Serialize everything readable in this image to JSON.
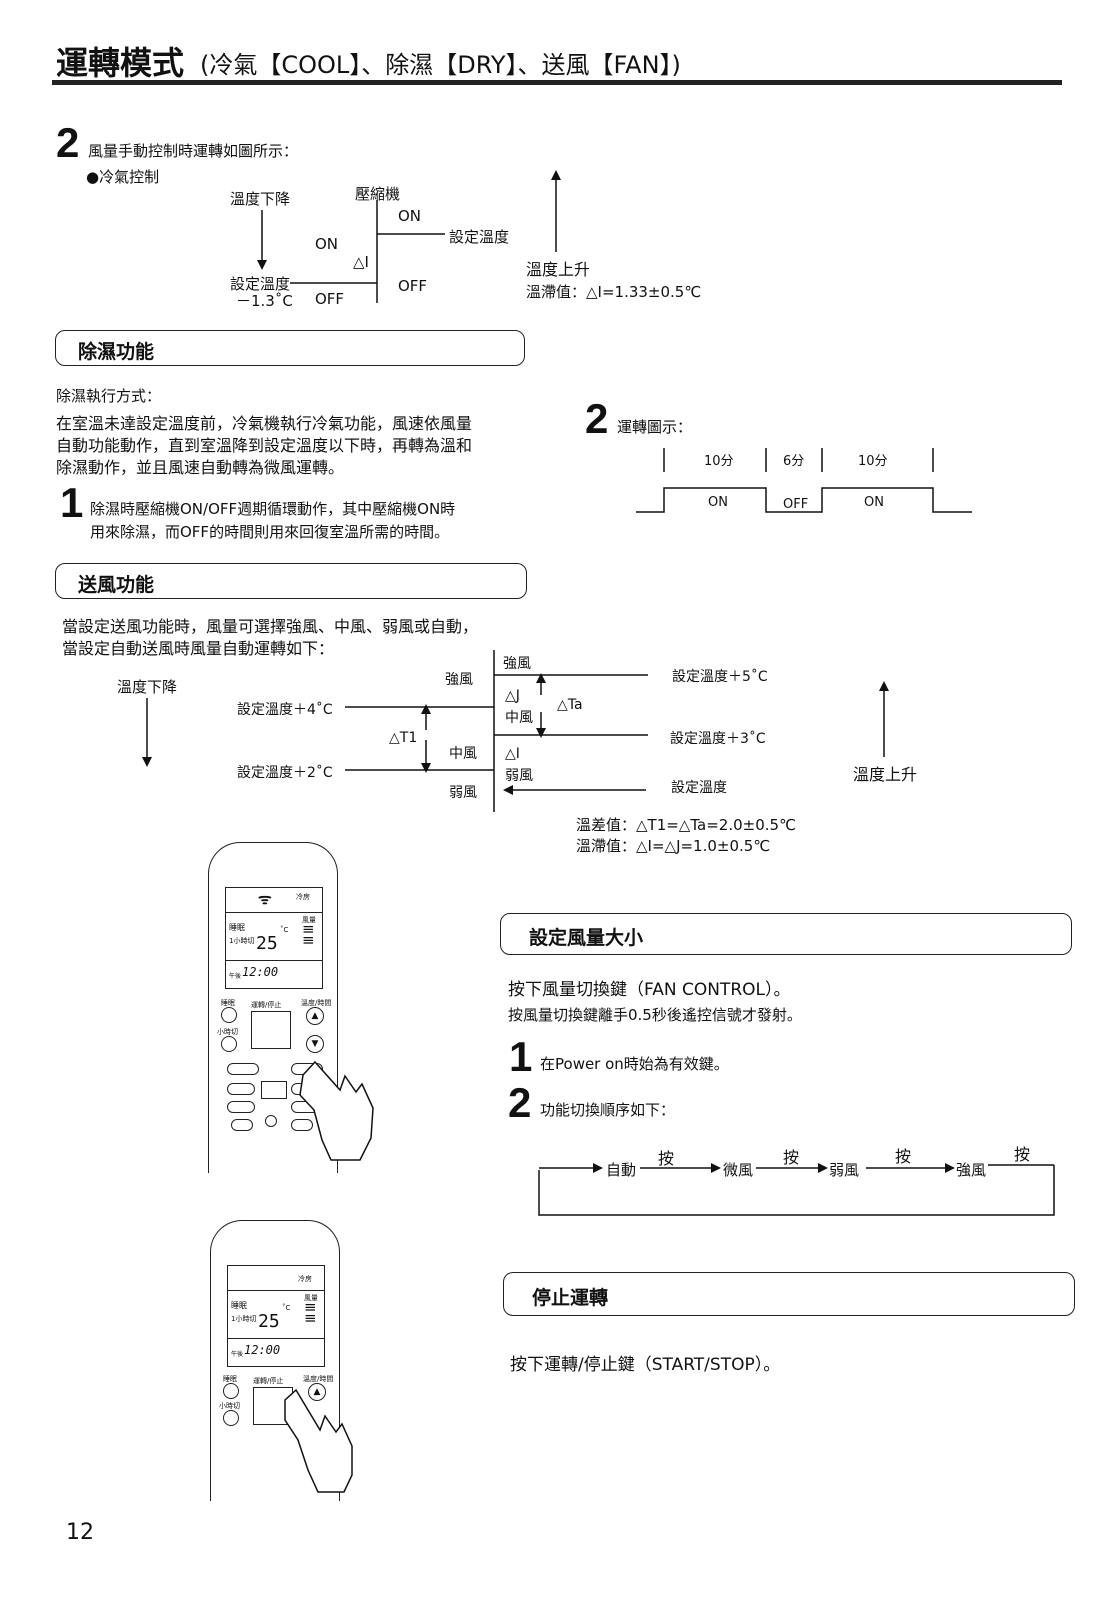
{
  "header": {
    "title": "運轉模式",
    "subtitle": "(冷氣【COOL】、除濕【DRY】、送風【FAN】)"
  },
  "cool": {
    "step_num": "2",
    "step_text": "風量手動控制時運轉如圖所示：",
    "bullet": "●冷氣控制",
    "temp_down": "溫度下降",
    "compressor": "壓縮機",
    "on_right": "ON",
    "on_left": "ON",
    "setpoint": "設定溫度",
    "delta_i": "△I",
    "setpoint_minus": "設定溫度",
    "minus_value": "－1.3˚C",
    "off_left": "OFF",
    "off_right": "OFF",
    "temp_up": "溫度上升",
    "hysteresis": "溫滯值：△I=1.33±0.5℃"
  },
  "dry": {
    "heading": "除濕功能",
    "method": "除濕執行方式：",
    "para_line1": "在室溫未達設定溫度前，冷氣機執行冷氣功能，風速依風量",
    "para_line2": "自動功能動作，直到室溫降到設定溫度以下時，再轉為溫和",
    "para_line3": "除濕動作，並且風速自動轉為微風運轉。",
    "step1_num": "1",
    "step1_line1": "除濕時壓縮機ON/OFF週期循環動作，其中壓縮機ON時",
    "step1_line2": "用來除濕，而OFF的時間則用來回復室溫所需的時間。",
    "step2_num": "2",
    "step2_text": "運轉圖示：",
    "timing": {
      "t1": "10分",
      "t2": "6分",
      "t3": "10分",
      "s1": "ON",
      "s2": "OFF",
      "s3": "ON"
    }
  },
  "fan": {
    "heading": "送風功能",
    "para_line1": "當設定送風功能時，風量可選擇強風、中風、弱風或自動，",
    "para_line2": "當設定自動送風時風量自動運轉如下：",
    "temp_down": "溫度下降",
    "strong_left": "強風",
    "strong_top": "強風",
    "set_plus4": "設定溫度＋4˚C",
    "delta_j": "△J",
    "mid_right": "中風",
    "delta_ta": "△Ta",
    "delta_t1": "△T1",
    "mid_left": "中風",
    "delta_i": "△I",
    "weak_right": "弱風",
    "set_plus2": "設定溫度＋2˚C",
    "weak_left": "弱風",
    "set_plus5": "設定溫度＋5˚C",
    "set_plus3": "設定溫度＋3˚C",
    "setpoint": "設定溫度",
    "temp_up": "溫度上升",
    "diff": "溫差值：△T1=△Ta=2.0±0.5℃",
    "hyst": "溫滯值：△I=△J=1.0±0.5℃"
  },
  "remote1": {
    "mode": "冷房",
    "sleep": "睡眠",
    "timer": "1小時切",
    "fan": "風量",
    "temp": "25",
    "unit": "˚C",
    "clock_prefix": "午後",
    "clock": "12:00",
    "btn_sleep": "睡眠",
    "btn_startstop": "運轉/停止",
    "btn_temp": "溫度/時間",
    "btn_hour": "小時切"
  },
  "fan_set": {
    "heading": "設定風量大小",
    "line1": "按下風量切換鍵（FAN CONTROL）。",
    "line2": "按風量切換鍵離手0.5秒後遙控信號才發射。",
    "step1_num": "1",
    "step1": "在Power on時始為有效鍵。",
    "step2_num": "2",
    "step2": "功能切換順序如下：",
    "seq": [
      "自動",
      "微風",
      "弱風",
      "強風"
    ],
    "press": "按"
  },
  "stop": {
    "heading": "停止運轉",
    "line": "按下運轉/停止鍵（START/STOP）。"
  },
  "remote2": {
    "mode": "冷房",
    "sleep": "睡眠",
    "timer": "1小時切",
    "fan": "風量",
    "temp": "25",
    "unit": "˚C",
    "clock_prefix": "午後",
    "clock": "12:00",
    "btn_sleep": "睡眠",
    "btn_startstop": "運轉/停止",
    "btn_temp": "溫度/時間",
    "btn_hour": "小時切"
  },
  "page_number": "12"
}
